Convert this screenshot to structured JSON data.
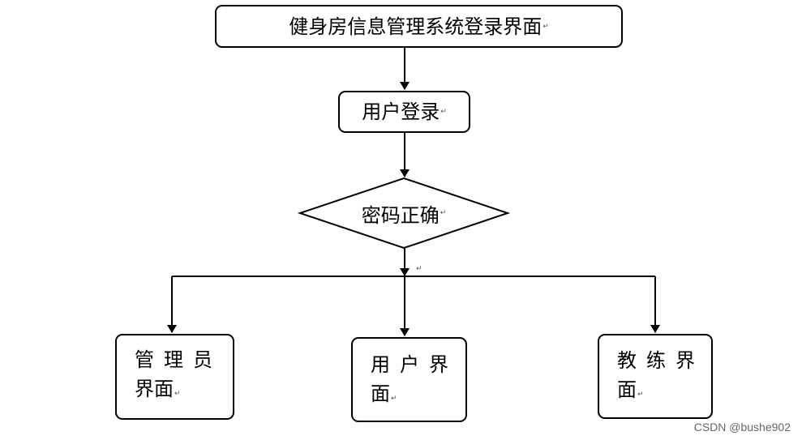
{
  "title_box": {
    "text": "健身房信息管理系统登录界面"
  },
  "login_box": {
    "text": "用户登录"
  },
  "decision": {
    "text": "密码正确"
  },
  "roles": [
    {
      "line1": "管理员",
      "line2": "界面"
    },
    {
      "line1": "用户界",
      "line2": "面"
    },
    {
      "line1": "教练界",
      "line2": "面"
    }
  ],
  "paragraph_mark": "↵",
  "watermark": "CSDN @bushe902",
  "colors": {
    "stroke": "#000000",
    "background": "#ffffff",
    "watermark": "#666666"
  }
}
